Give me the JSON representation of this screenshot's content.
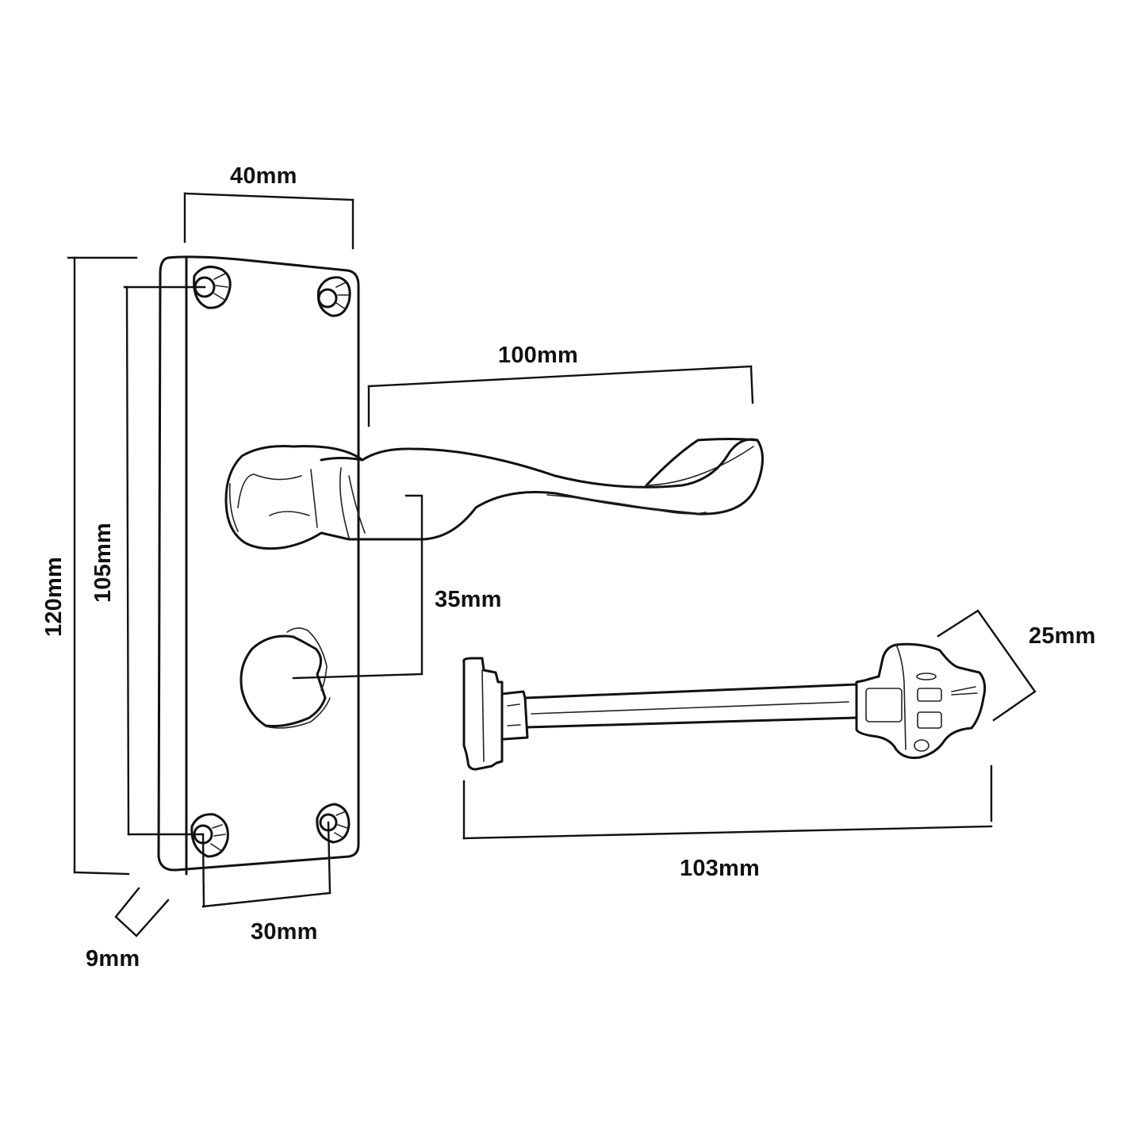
{
  "diagram": {
    "subject": "Lever door handle on backplate with bathroom thumbturn spindle",
    "colors": {
      "ink": "#111111",
      "background": "#ffffff"
    },
    "components": [
      {
        "id": "backplate",
        "label": "Backplate"
      },
      {
        "id": "lever",
        "label": "Lever handle"
      },
      {
        "id": "turn-slot",
        "label": "Turn/release slot"
      },
      {
        "id": "spindle",
        "label": "Thumbturn spindle"
      }
    ],
    "dimensions": {
      "plate_width": "40mm",
      "plate_height": "120mm",
      "screw_vertical_centres": "105mm",
      "lever_length": "100mm",
      "lever_to_slot_centres": "35mm",
      "spindle_head_size": "25mm",
      "spindle_length": "103mm",
      "screw_horizontal_centres": "30mm",
      "plate_thickness": "9mm"
    }
  }
}
